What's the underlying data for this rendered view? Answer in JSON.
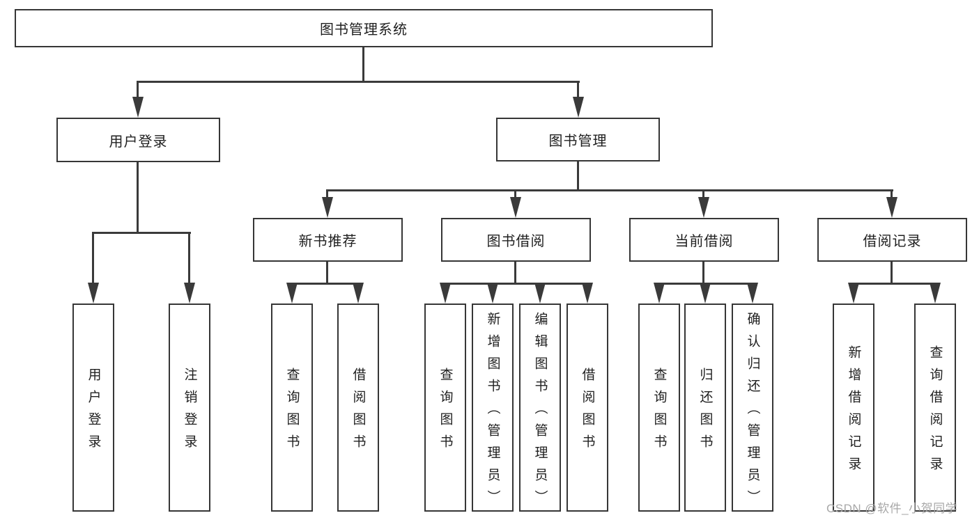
{
  "root": {
    "label": "图书管理系统"
  },
  "level2": [
    {
      "label": "用户登录"
    },
    {
      "label": "图书管理"
    }
  ],
  "level3": [
    {
      "label": "新书推荐"
    },
    {
      "label": "图书借阅"
    },
    {
      "label": "当前借阅"
    },
    {
      "label": "借阅记录"
    }
  ],
  "leaves": [
    {
      "label": "用户登录"
    },
    {
      "label": "注销登录"
    },
    {
      "label": "查询图书"
    },
    {
      "label": "借阅图书"
    },
    {
      "label": "查询图书"
    },
    {
      "label": "新增图书（管理员）"
    },
    {
      "label": "编辑图书（管理员）"
    },
    {
      "label": "借阅图书"
    },
    {
      "label": "查询图书"
    },
    {
      "label": "归还图书"
    },
    {
      "label": "确认归还（管理员）"
    },
    {
      "label": "新增借阅记录"
    },
    {
      "label": "查询借阅记录"
    }
  ],
  "watermark": {
    "text": "CSDN @软件_小贺同学"
  },
  "colors": {
    "line": "#3a3a3a",
    "border": "#363636",
    "text": "#1f1f1f",
    "watermark": "#a8a8a8",
    "background": "#ffffff"
  }
}
